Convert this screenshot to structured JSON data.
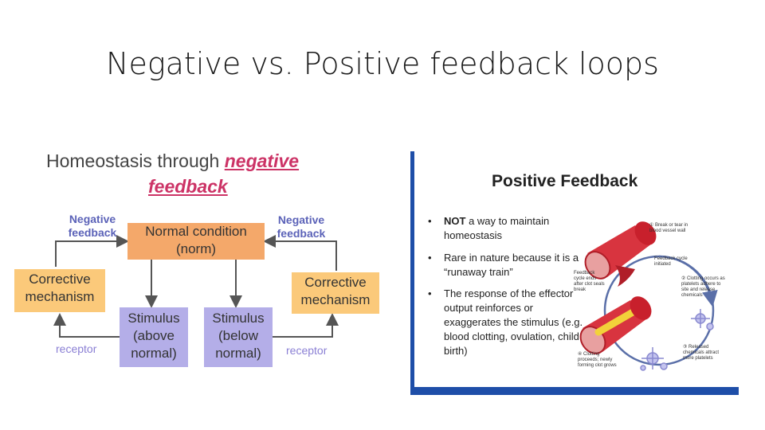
{
  "slide": {
    "title": "Negative vs. Positive feedback loops"
  },
  "negative": {
    "title_prefix": "Homeostasis through ",
    "title_emphasis": "negative",
    "title_line2": "feedback",
    "normal_condition": [
      "Normal condition",
      "(norm)"
    ],
    "left_feedback": [
      "Negative",
      "feedback"
    ],
    "right_feedback": [
      "Negative",
      "feedback"
    ],
    "corrective_left": [
      "Corrective",
      "mechanism"
    ],
    "corrective_right": [
      "Corrective",
      "mechanism"
    ],
    "stimulus_above": [
      "Stimulus",
      "(above",
      "normal)"
    ],
    "stimulus_below": [
      "Stimulus",
      "(below",
      "normal)"
    ],
    "receptor_left": "receptor",
    "receptor_right": "receptor",
    "colors": {
      "arrow": "#555555",
      "label_blue": "#5b62b8",
      "title_pink": "#cc3366"
    }
  },
  "positive": {
    "title": "Positive Feedback",
    "bullets": [
      {
        "bold": "NOT",
        "rest": " a way to maintain homeostasis"
      },
      {
        "bold": "",
        "rest": "Rare in nature because it is a “runaway train”"
      },
      {
        "bold": "",
        "rest": "The response of the effector output reinforces or exaggerates the stimulus (e.g. blood clotting, ovulation, child birth)"
      }
    ],
    "cycle_labels": {
      "step1": "① Break or tear in blood vessel wall",
      "feedback_initiated": "Feedback cycle initiated",
      "step2": "② Clotting occurs as platelets adhere to site and release chemicals",
      "feedback_ends": "Feedback cycle ends after clot seals break",
      "step3": "③ Released chemicals attract more platelets",
      "step4": "④ Clotting proceeds; newly forming clot grows"
    },
    "colors": {
      "frame": "#1e4ea8",
      "vessel": "#c8202c",
      "cycle": "#5a6fa8"
    }
  }
}
